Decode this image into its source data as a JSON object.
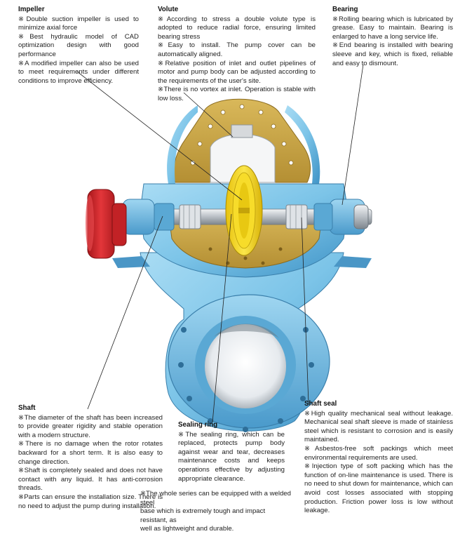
{
  "impeller": {
    "title": "Impeller",
    "points": [
      "※Double suction impeller is used to minimize axial force",
      "※Best hydraulic model of CAD optimization design with good performance",
      "※A modified impeller can also be used to meet requirements under different conditions to improve efficiency."
    ]
  },
  "volute": {
    "title": "Volute",
    "points": [
      "※According to stress a double volute type is adopted to reduce radial force, ensuring limited bearing stress",
      "※Easy to install. The pump cover can be automatically aligned.",
      "※Relative position of inlet and outlet pipelines of motor and pump body can be adjusted according to the requirements of the user's site.",
      "※There is no vortex at inlet. Operation is stable with low loss."
    ]
  },
  "bearing": {
    "title": "Bearing",
    "points": [
      "※Rolling bearing which is lubricated by grease. Easy to maintain. Bearing is enlarged to have a long service life.",
      "※End bearing is installed with bearing sleeve and key, which is fixed, reliable and easy to dismount."
    ]
  },
  "shaft": {
    "title": "Shaft",
    "points": [
      "※The diameter of the shaft has been increased to provide greater rigidity and stable operation with a modern structure.",
      "※There is no damage when the rotor rotates backward for a short term. It is also easy to change direction.",
      "※Shaft is completely sealed and does not have contact with any liquid. It has anti-corrosion threads.",
      "※Parts can ensure the installation size. There is no need to adjust the pump during installation."
    ]
  },
  "sealing_ring": {
    "title": "Sealing ring",
    "points": [
      "※The sealing ring, which can be replaced, protects pump body against wear and tear, decreases maintenance costs and keeps operations effective by adjusting appropriate clearance."
    ]
  },
  "shaft_seal": {
    "title": "Shaft seal",
    "points": [
      "※High quality mechanical seal without leakage. Mechanical seal shaft sleeve is made of stainless steel which is resistant to corrosion and is easily maintained.",
      "※Asbestos-free soft packings which meet environmental requirements are used.",
      "※Injection type of soft packing which has the function of on-line maintenance is used. There is no need to shut down for maintenance, which can avoid cost losses associated with stopping production. Friction power loss is low without leakage."
    ]
  },
  "base_note": {
    "lines": [
      "※The whole series can be equipped with a welded steel",
      "base which is extremely tough and impact resistant, as",
      "well as lightweight and durable."
    ]
  },
  "colors": {
    "casing_blue": "#7cc4e8",
    "casing_dark": "#3d8fbf",
    "section_tan": "#c9a64a",
    "impeller_yellow": "#f2d21b",
    "coupling_red": "#d8262b",
    "shaft_grey": "#c9ced3"
  }
}
